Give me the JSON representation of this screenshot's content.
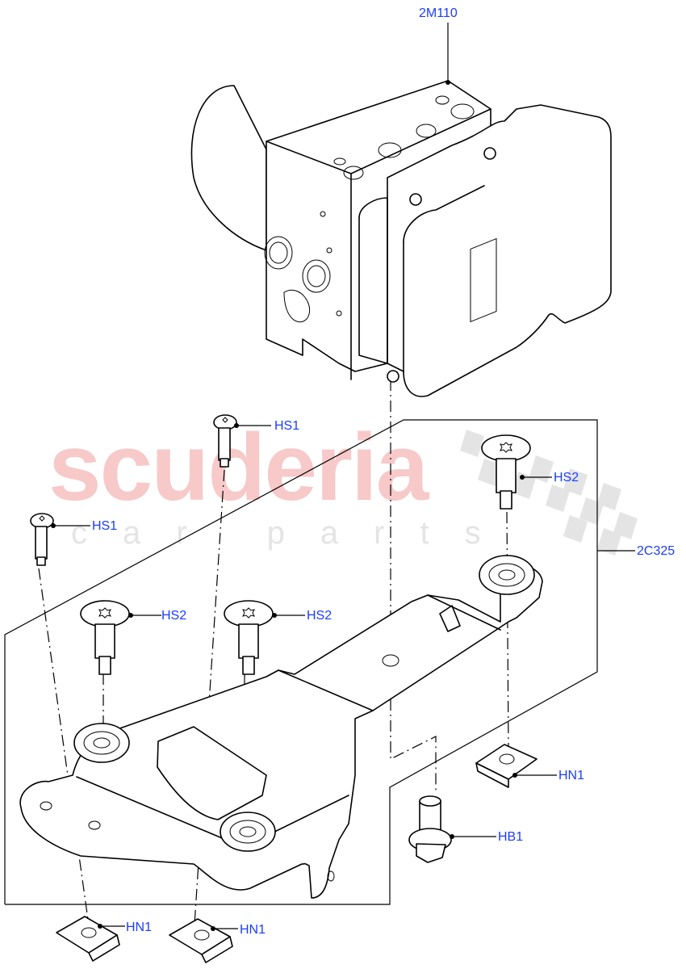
{
  "watermark": {
    "brand": "scuderia",
    "sub": "car parts",
    "brand_color": "#f7c9c9",
    "sub_color": "#e4e4e4"
  },
  "callouts": [
    {
      "id": "2M110",
      "label": "2M110",
      "part": "ABS modulator unit"
    },
    {
      "id": "HS1_a",
      "label": "HS1",
      "part": "screw"
    },
    {
      "id": "HS1_b",
      "label": "HS1",
      "part": "screw"
    },
    {
      "id": "HS2_a",
      "label": "HS2",
      "part": "stud bolt"
    },
    {
      "id": "HS2_b",
      "label": "HS2",
      "part": "stud bolt"
    },
    {
      "id": "HS2_c",
      "label": "HS2",
      "part": "stud bolt"
    },
    {
      "id": "2C325",
      "label": "2C325",
      "part": "mounting bracket assembly"
    },
    {
      "id": "HN1_a",
      "label": "HN1",
      "part": "clip nut"
    },
    {
      "id": "HN1_b",
      "label": "HN1",
      "part": "clip nut"
    },
    {
      "id": "HN1_c",
      "label": "HN1",
      "part": "clip nut"
    },
    {
      "id": "HB1",
      "label": "HB1",
      "part": "flange bolt"
    }
  ],
  "colors": {
    "label": "#1a3cff",
    "line": "#000000",
    "background": "#ffffff"
  }
}
